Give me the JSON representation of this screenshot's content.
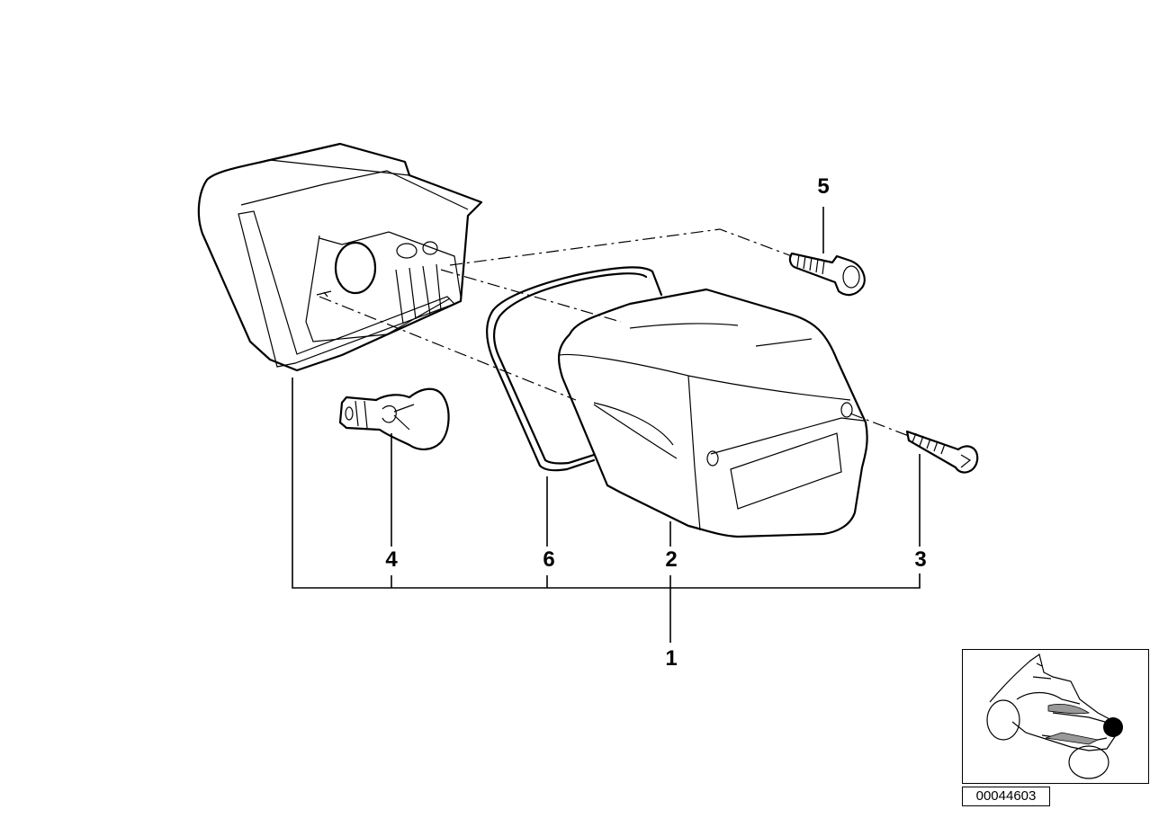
{
  "diagram": {
    "callouts": [
      {
        "id": "callout-1",
        "text": "1"
      },
      {
        "id": "callout-2",
        "text": "2"
      },
      {
        "id": "callout-3",
        "text": "3"
      },
      {
        "id": "callout-4",
        "text": "4"
      },
      {
        "id": "callout-5",
        "text": "5"
      },
      {
        "id": "callout-6",
        "text": "6"
      }
    ],
    "reference_code": "00044603",
    "colors": {
      "line": "#000000",
      "background": "#ffffff"
    }
  }
}
